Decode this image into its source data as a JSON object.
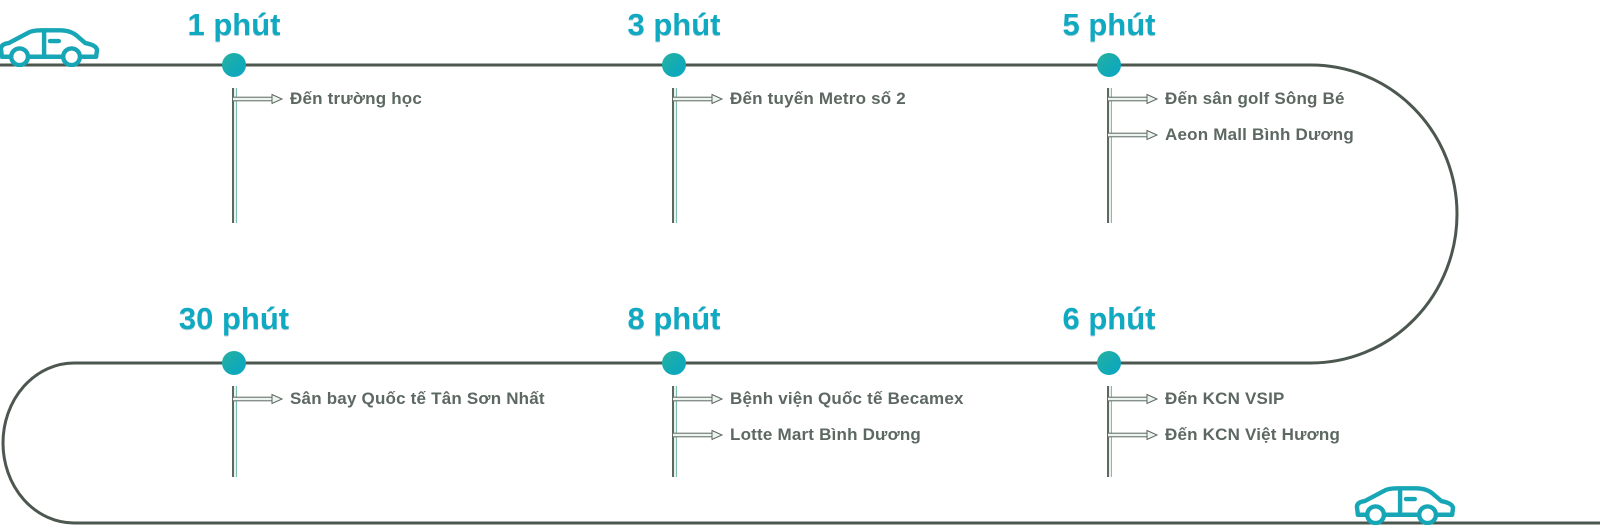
{
  "diagram": {
    "type": "travel-time-route",
    "start_icon": "car-icon",
    "end_icon": "car-icon"
  },
  "milestones": [
    {
      "time": "1 phút",
      "row": "top",
      "destinations": [
        {
          "label": "Đến trường học"
        }
      ]
    },
    {
      "time": "3 phút",
      "row": "top",
      "destinations": [
        {
          "label": "Đến tuyến Metro số 2"
        }
      ]
    },
    {
      "time": "5 phút",
      "row": "top",
      "destinations": [
        {
          "label": "Đến sân golf Sông Bé"
        },
        {
          "label": "Aeon Mall Bình Dương"
        }
      ]
    },
    {
      "time": "30 phút",
      "row": "bottom",
      "destinations": [
        {
          "label": "Sân bay Quốc tế Tân Sơn Nhất"
        }
      ]
    },
    {
      "time": "8 phút",
      "row": "bottom",
      "destinations": [
        {
          "label": "Bệnh viện Quốc tế Becamex"
        },
        {
          "label": "Lotte Mart Bình Dương"
        }
      ]
    },
    {
      "time": "6 phút",
      "row": "bottom",
      "destinations": [
        {
          "label": "Đến KCN VSIP"
        },
        {
          "label": "Đến KCN Việt Hương"
        }
      ]
    }
  ],
  "colors": {
    "accent_cyan": "#10a9c2",
    "dot_teal": "#12aab4",
    "car_teal": "#17a6b5",
    "route_line": "#4b574f",
    "destination_text": "#5d6862",
    "stem_light": "#e9f1ea"
  }
}
